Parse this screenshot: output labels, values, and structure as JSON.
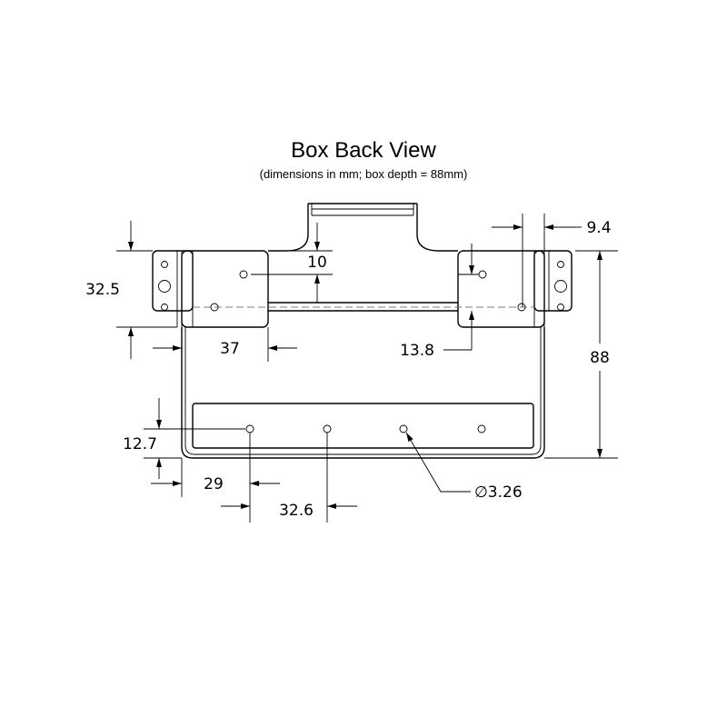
{
  "title": "Box Back View",
  "subtitle": "(dimensions in mm; box depth = 88mm)",
  "dimensions": {
    "flange_height": "32.5",
    "top_hole_offset": "10",
    "flange_hole_x": "37",
    "right_hole_offset": "9.4",
    "right_hole_vertical": "13.8",
    "overall_height": "88",
    "bottom_hole_height": "12.7",
    "bottom_hole_x": "29",
    "bottom_hole_spacing": "32.6",
    "hole_diameter": "∅3.26"
  }
}
